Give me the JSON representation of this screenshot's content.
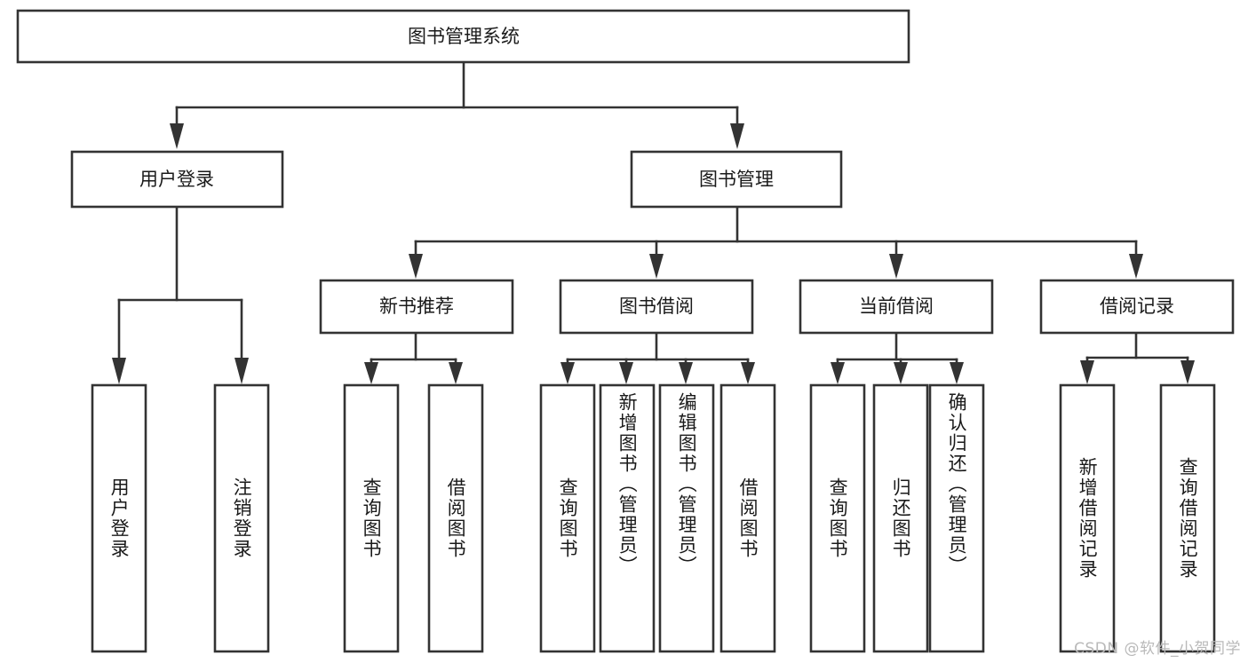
{
  "diagram": {
    "type": "tree",
    "title": "图书管理系统",
    "orientation": "top-down",
    "colors": {
      "stroke": "#333333",
      "fill": "#ffffff",
      "text": "#1a1a1a",
      "watermark": "#b9b9b9",
      "background": "#ffffff"
    },
    "nodes": {
      "root": {
        "label": "图书管理系统"
      },
      "level1": [
        {
          "id": "user-login",
          "label": "用户登录"
        },
        {
          "id": "book-manage",
          "label": "图书管理"
        }
      ],
      "level2": [
        {
          "id": "new-book-rec",
          "label": "新书推荐",
          "parent": "book-manage"
        },
        {
          "id": "book-borrow",
          "label": "图书借阅",
          "parent": "book-manage"
        },
        {
          "id": "current-borrow",
          "label": "当前借阅",
          "parent": "book-manage"
        },
        {
          "id": "borrow-record",
          "label": "借阅记录",
          "parent": "book-manage"
        }
      ],
      "leaves": [
        {
          "id": "leaf-user-login",
          "label": "用户登录",
          "parent": "user-login"
        },
        {
          "id": "leaf-user-logout",
          "label": "注销登录",
          "parent": "user-login"
        },
        {
          "id": "leaf-query-book-1",
          "label": "查询图书",
          "parent": "new-book-rec"
        },
        {
          "id": "leaf-borrow-book-1",
          "label": "借阅图书",
          "parent": "new-book-rec"
        },
        {
          "id": "leaf-query-book-2",
          "label": "查询图书",
          "parent": "book-borrow"
        },
        {
          "id": "leaf-add-book",
          "label": "新增图书（管理员）",
          "parent": "book-borrow"
        },
        {
          "id": "leaf-edit-book",
          "label": "编辑图书（管理员）",
          "parent": "book-borrow"
        },
        {
          "id": "leaf-borrow-book-2",
          "label": "借阅图书",
          "parent": "book-borrow"
        },
        {
          "id": "leaf-query-book-3",
          "label": "查询图书",
          "parent": "current-borrow"
        },
        {
          "id": "leaf-return-book",
          "label": "归还图书",
          "parent": "current-borrow"
        },
        {
          "id": "leaf-confirm-return",
          "label": "确认归还（管理员）",
          "parent": "current-borrow"
        },
        {
          "id": "leaf-add-record",
          "label": "新增借阅记录",
          "parent": "borrow-record"
        },
        {
          "id": "leaf-query-record",
          "label": "查询借阅记录",
          "parent": "borrow-record"
        }
      ]
    }
  },
  "watermark": {
    "text": "CSDN @软件_小贺同学"
  }
}
